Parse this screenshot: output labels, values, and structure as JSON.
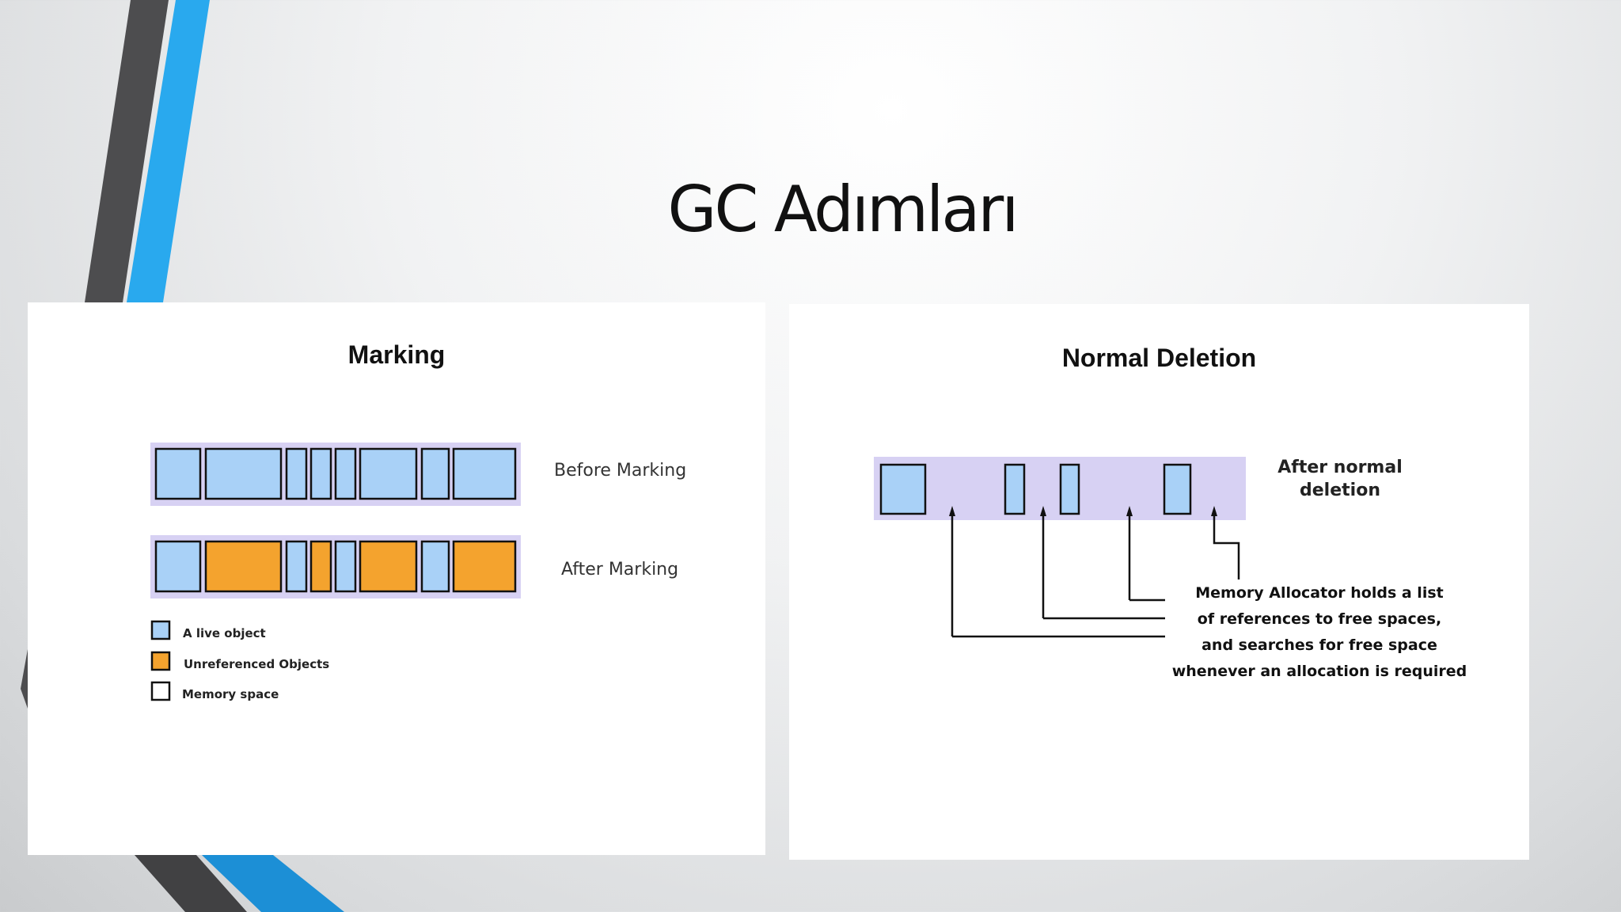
{
  "slide": {
    "title": "GC Adımları"
  },
  "colors": {
    "live_object": "#a9d1f7",
    "unreferenced_object": "#f4a32e",
    "memory_space": "#ffffff",
    "memory_band": "#d7d1f3",
    "accent_blue": "#29a9ee",
    "accent_dark": "#4d4d4f"
  },
  "marking": {
    "title": "Marking",
    "before_label": "Before Marking",
    "after_label": "After Marking",
    "before_blocks": [
      "live",
      "live",
      "live",
      "live",
      "live",
      "live",
      "live",
      "live"
    ],
    "after_blocks": [
      "live",
      "unreferenced",
      "live",
      "unreferenced",
      "live",
      "unreferenced",
      "live",
      "unreferenced"
    ],
    "legend": [
      {
        "kind": "live",
        "label": "A live object"
      },
      {
        "kind": "unreferenced",
        "label": "Unreferenced Objects"
      },
      {
        "kind": "memory",
        "label": "Memory space"
      }
    ]
  },
  "deletion": {
    "title": "Normal Deletion",
    "after_label_lines": [
      "After normal",
      "deletion"
    ],
    "note_lines": [
      "Memory Allocator holds a list",
      "of references to free spaces,",
      "and searches for free space",
      "whenever an allocation is required"
    ]
  }
}
